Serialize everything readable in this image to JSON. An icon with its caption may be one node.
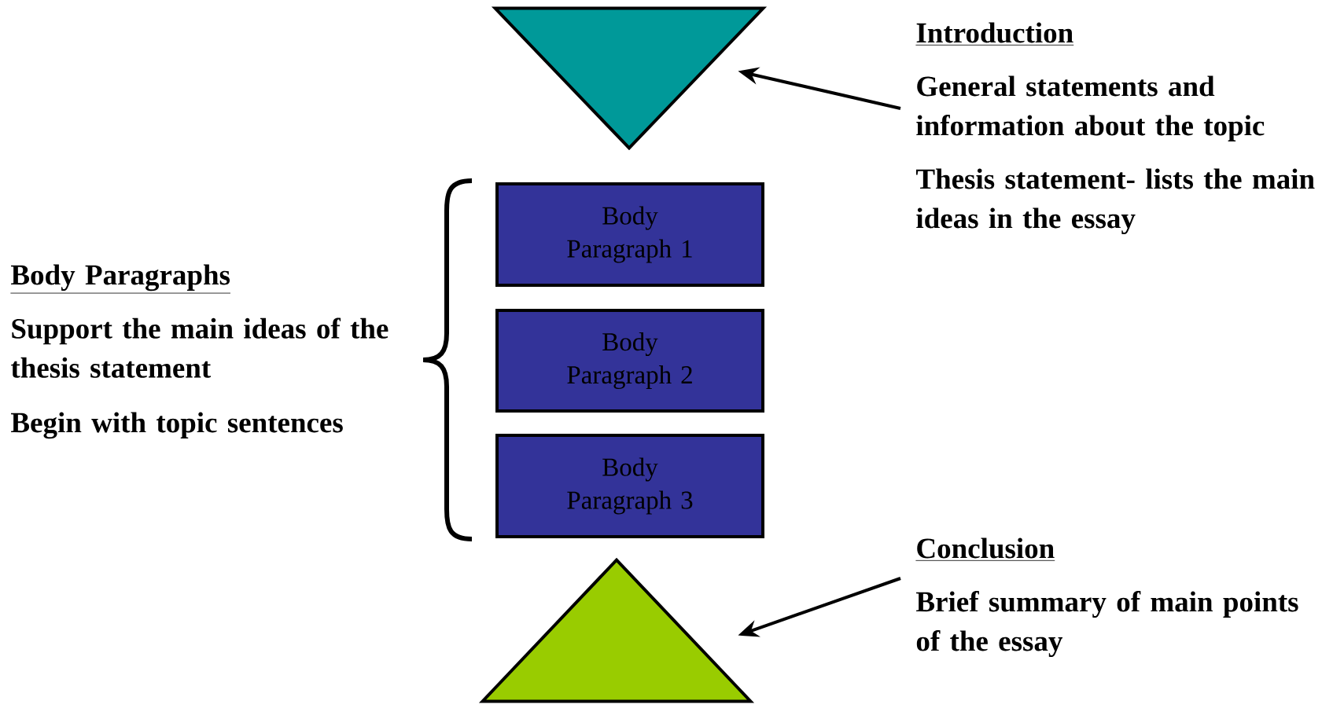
{
  "diagram": {
    "nodes": [
      {
        "text": [],
        "shape": "triangle"
      },
      {
        "text": [
          "Introduction",
          "General statements and information about the topic",
          "Thesis statement- lists the main ideas in the essay"
        ]
      },
      {
        "text": [
          "Body Paragraph 1"
        ]
      },
      {
        "text": [
          "Body Paragraph 2"
        ]
      },
      {
        "text": [
          "Body Paragraph 3"
        ]
      },
      {
        "text": [],
        "shape": "triangle"
      },
      {
        "text": [
          "Conclusion",
          "Brief summary of main points of the essay"
        ]
      }
    ],
    "edges": [
      {
        "from": 1,
        "to": 0,
        "arrow": "to"
      },
      {
        "from": 6,
        "to": 5,
        "arrow": "to"
      }
    ],
    "labels": [
      "Body Paragraphs",
      "Support the main ideas of the thesis statement",
      "Begin with topic sentences"
    ]
  }
}
